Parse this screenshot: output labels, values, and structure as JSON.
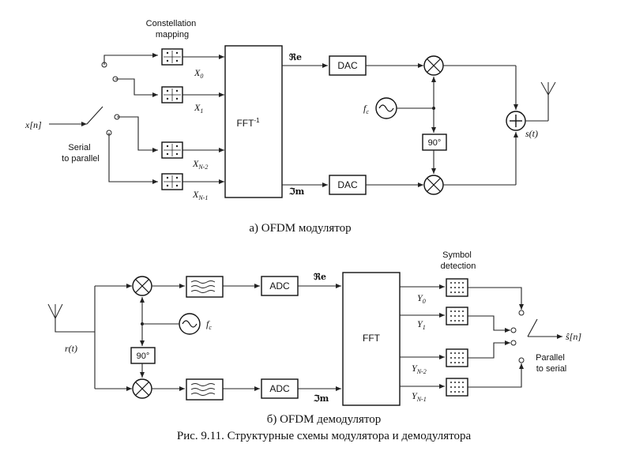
{
  "modulator": {
    "constellation_label": "Constellation\nmapping",
    "input": "x[n]",
    "serial_label": "Serial\nto parallel",
    "x_labels": [
      "X0",
      "X1",
      "XN-2",
      "XN-1"
    ],
    "ifft_label": "FFT",
    "ifft_sup": "-1",
    "re_label": "ℜe",
    "im_label": "ℑm",
    "dac_label": "DAC",
    "fc_label": "fc",
    "phase_label": "90°",
    "output": "s(t)",
    "caption": "а)  OFDM модулятор"
  },
  "demodulator": {
    "input": "r(t)",
    "fc_label": "fc",
    "phase_label": "90°",
    "adc_label": "ADC",
    "re_label": "ℜe",
    "im_label": "ℑm",
    "fft_label": "FFT",
    "y_labels": [
      "Y0",
      "Y1",
      "YN-2",
      "YN-1"
    ],
    "symbol_label": "Symbol\ndetection",
    "parallel_label": "Parallel\nto serial",
    "output": "ŝ[n]",
    "caption": "б) OFDM демодулятор"
  },
  "figure_caption": "Рис. 9.11. Структурные схемы модулятора и демодулятора"
}
